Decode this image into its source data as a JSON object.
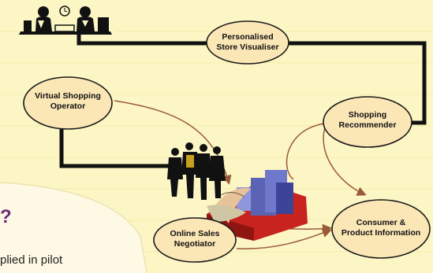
{
  "colors": {
    "background": "#fbf6c4",
    "node_fill": "#fbe6b6",
    "node_stroke": "#1a1a1a",
    "connector": "#111111",
    "flow_arrow": "#9a5a3a",
    "accent_text": "#6a2a7a"
  },
  "nodes": {
    "visualiser": {
      "line1": "Personalised",
      "line2": "Store Visualiser"
    },
    "operator": {
      "line1": "Virtual Shopping",
      "line2": "Operator"
    },
    "recommender": {
      "line1": "Shopping",
      "line2": "Recommender"
    },
    "negotiator": {
      "line1": "Online Sales",
      "line2": "Negotiator"
    },
    "consumer": {
      "line1": "Consumer &",
      "line2": "Product Information"
    }
  },
  "clipart": {
    "meeting": "business-meeting-clipart",
    "group": "people-group-clipart",
    "store": "online-store-clipart"
  },
  "page_text": {
    "question_mark": "?",
    "partial_line": "plied in pilot"
  }
}
